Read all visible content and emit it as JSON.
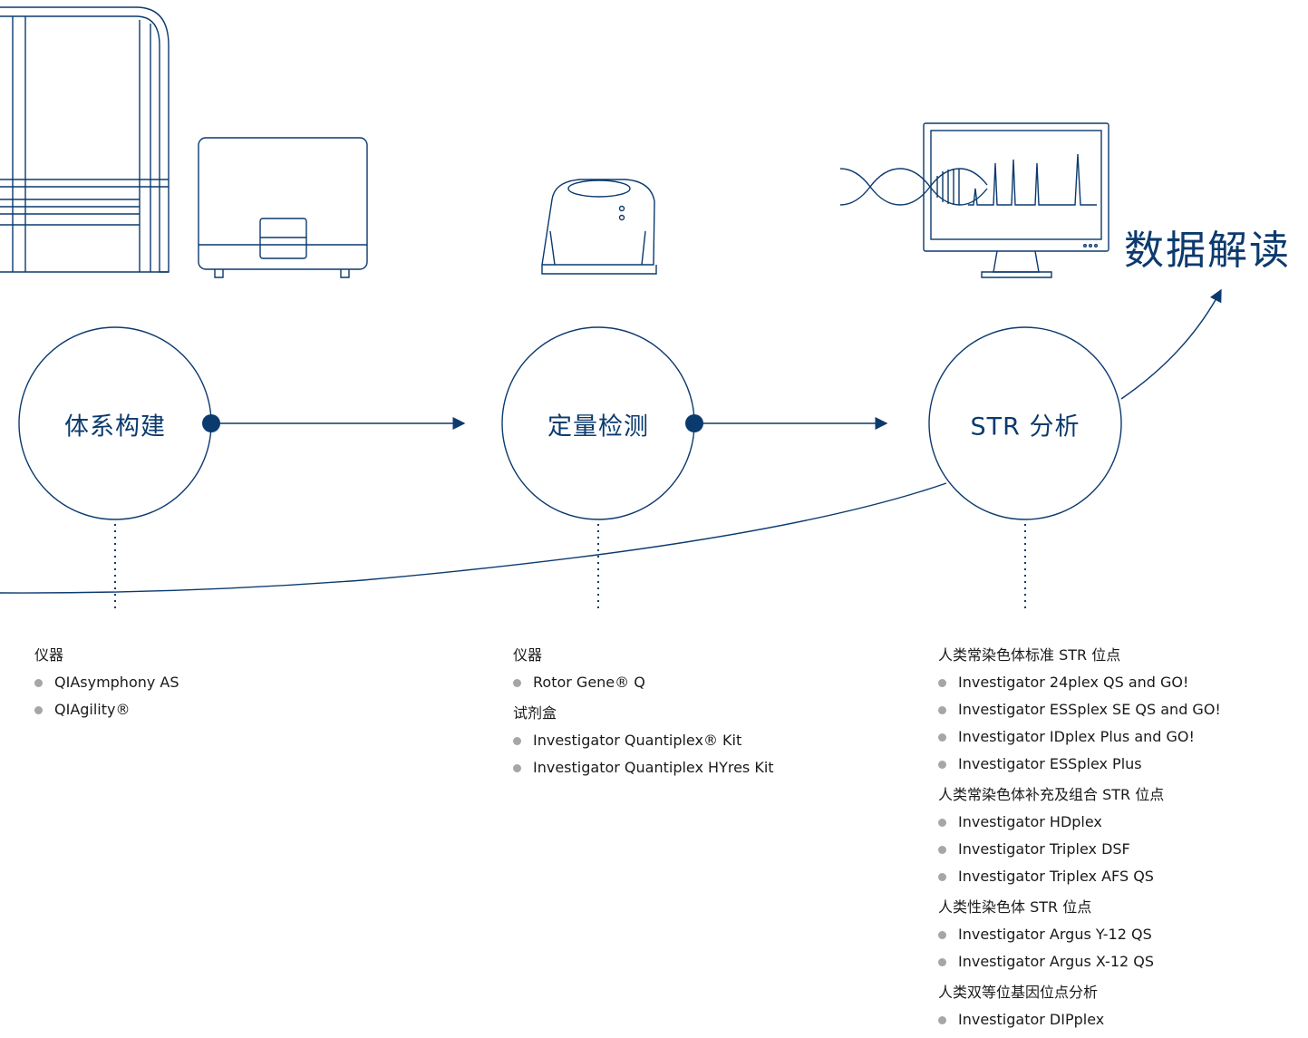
{
  "stages": [
    {
      "label": "体系构建"
    },
    {
      "label": "定量检测"
    },
    {
      "label": "STR 分析"
    }
  ],
  "final_stage": {
    "label": "数据解读"
  },
  "icons": [
    "qiasymphony-instrument-icon",
    "qiagility-instrument-icon",
    "rotor-gene-q-icon",
    "monitor-dna-icon"
  ],
  "colors": {
    "primary": "#0b3a6e",
    "bullet": "#a6a6a6",
    "text": "#1a1a1a"
  },
  "columns": [
    {
      "groups": [
        {
          "heading": "仪器",
          "items": [
            "QIAsymphony AS",
            "QIAgility®"
          ]
        }
      ]
    },
    {
      "groups": [
        {
          "heading": "仪器",
          "items": [
            "Rotor Gene® Q"
          ]
        },
        {
          "heading": "试剂盒",
          "items": [
            "Investigator Quantiplex® Kit",
            "Investigator Quantiplex HYres Kit"
          ]
        }
      ]
    },
    {
      "groups": [
        {
          "heading": "人类常染色体标准 STR 位点",
          "items": [
            "Investigator 24plex QS and GO!",
            "Investigator ESSplex SE QS and GO!",
            "Investigator IDplex Plus and  GO!",
            "Investigator ESSplex Plus"
          ]
        },
        {
          "heading": "人类常染色体补充及组合 STR 位点",
          "items": [
            "Investigator HDplex",
            "Investigator Triplex DSF",
            "Investigator Triplex AFS QS"
          ]
        },
        {
          "heading": "人类性染色体 STR 位点",
          "items": [
            "Investigator Argus Y-12 QS",
            "Investigator Argus X-12 QS"
          ]
        },
        {
          "heading": "人类双等位基因位点分析",
          "items": [
            "Investigator DIPplex"
          ]
        }
      ]
    }
  ]
}
